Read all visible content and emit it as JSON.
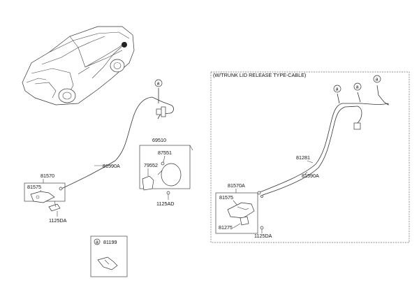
{
  "panel_title": "(W/TRUNK LID RELEASE TYPE-CABLE)",
  "callout_letter": "a",
  "parts": {
    "p81570": "81570",
    "p81575": "81575",
    "p1125DA": "1125DA",
    "p81590A": "81590A",
    "p69510": "69510",
    "p87551": "87551",
    "p79552": "79552",
    "p1125AD": "1125AD",
    "p81199": "81199",
    "p81281": "81281",
    "p81570A": "81570A",
    "p81275": "81275"
  },
  "colors": {
    "line": "#333333",
    "text": "#111111",
    "panel_border": "#666666"
  }
}
